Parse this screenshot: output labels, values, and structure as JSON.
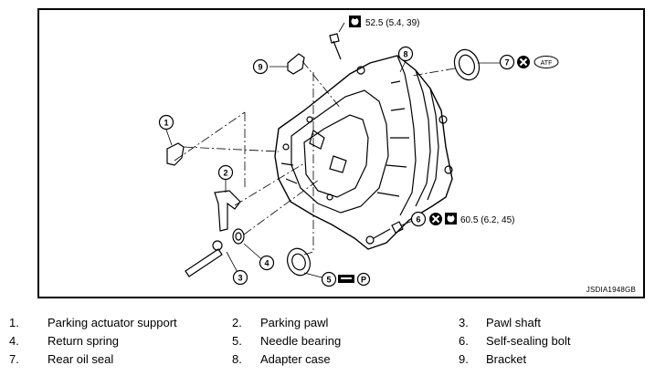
{
  "figure": {
    "code": "JSDIA1948GB",
    "callouts": [
      "1",
      "2",
      "3",
      "4",
      "5",
      "6",
      "7",
      "8",
      "9"
    ],
    "torque_top": "52.5 (5.4, 39)",
    "torque_right": "60.5 (6.2, 45)",
    "atf": "ATF",
    "petroleum_jelly": "P"
  },
  "legend": [
    {
      "num": "1.",
      "label": "Parking actuator support"
    },
    {
      "num": "2.",
      "label": "Parking pawl"
    },
    {
      "num": "3.",
      "label": "Pawl shaft"
    },
    {
      "num": "4.",
      "label": "Return spring"
    },
    {
      "num": "5.",
      "label": "Needle bearing"
    },
    {
      "num": "6.",
      "label": "Self-sealing bolt"
    },
    {
      "num": "7.",
      "label": "Rear oil seal"
    },
    {
      "num": "8.",
      "label": "Adapter case"
    },
    {
      "num": "9.",
      "label": "Bracket"
    }
  ]
}
